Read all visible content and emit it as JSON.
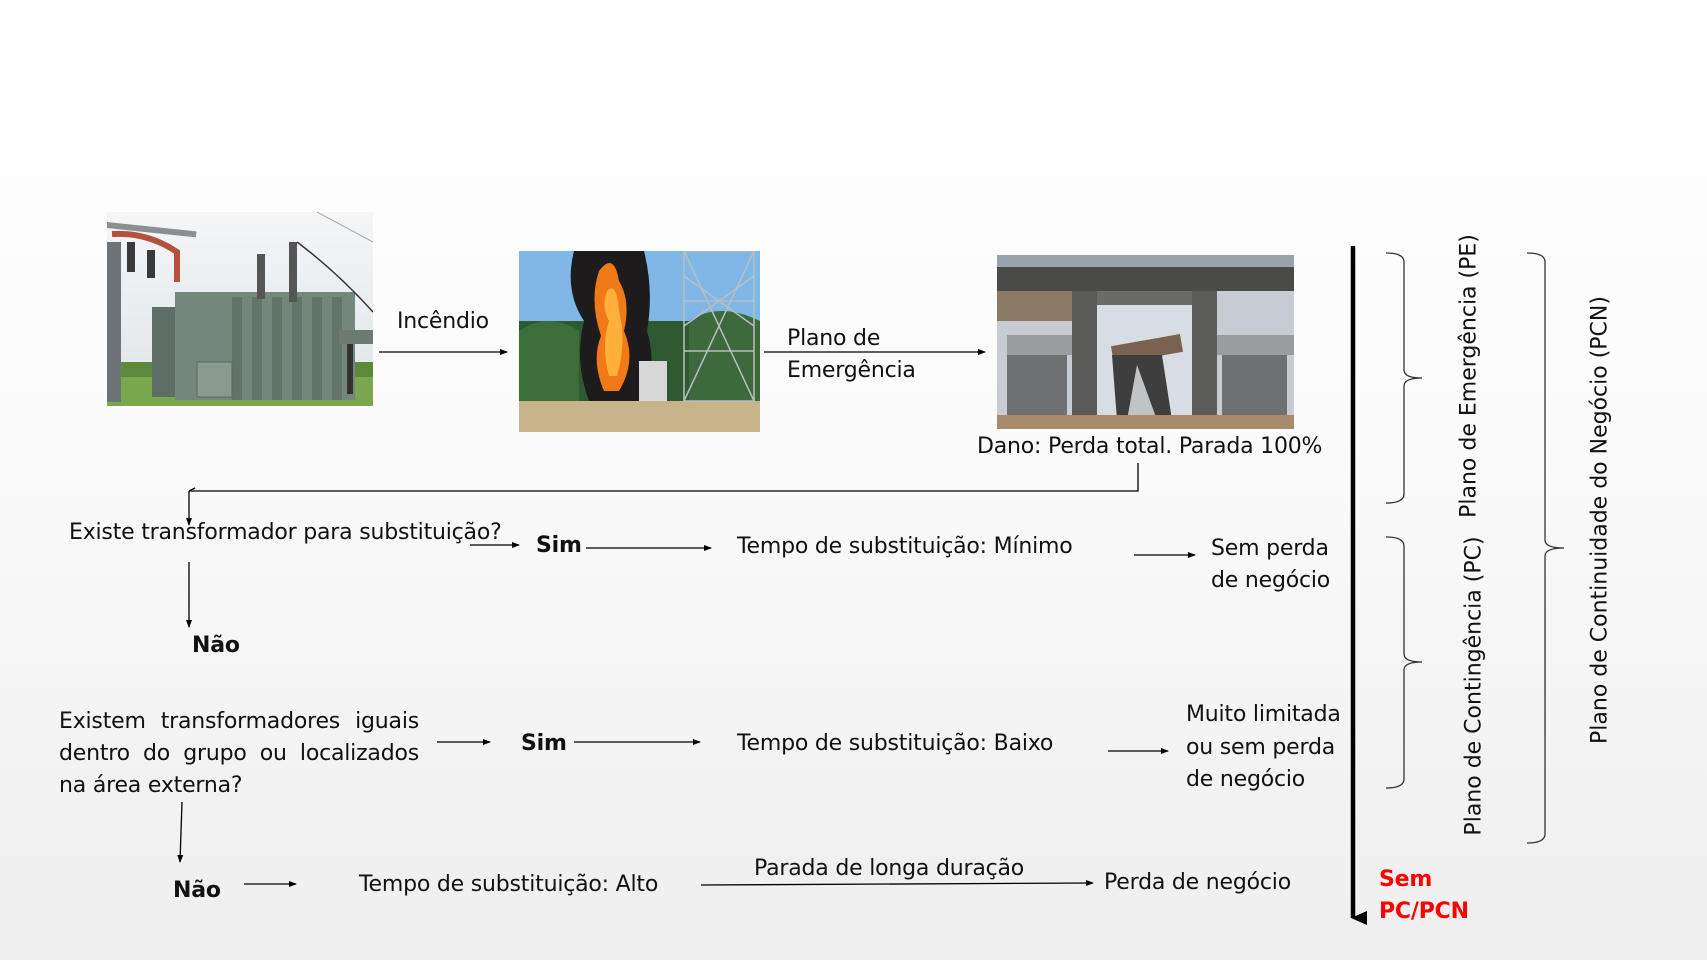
{
  "photos": {
    "transformer": {
      "label": "Transformador em operação"
    },
    "fire": {
      "label": "Transformador em incêndio"
    },
    "damage": {
      "label": "Transformador destruído"
    }
  },
  "flow": {
    "fire_label": "Incêndio",
    "emergency_plan_line1": "Plano de",
    "emergency_plan_line2": "Emergência",
    "damage_label": "Dano: Perda total. Parada 100%",
    "q1": "Existe transformador para substituição?",
    "q1_yes": "Sim",
    "q1_yes_result": "Tempo de substituição: Mínimo",
    "q1_yes_outcome_line1": "Sem perda",
    "q1_yes_outcome_line2": "de negócio",
    "q1_no": "Não",
    "q2_line1": "Existem transformadores iguais",
    "q2_line2": "dentro do grupo ou localizados",
    "q2_line3": "na área externa?",
    "q2_yes": "Sim",
    "q2_yes_result": "Tempo de substituição: Baixo",
    "q2_yes_outcome_line1": "Muito limitada",
    "q2_yes_outcome_line2": "ou sem perda",
    "q2_yes_outcome_line3": "de negócio",
    "q2_no": "Não",
    "q2_no_result": "Tempo de substituição: Alto",
    "long_stop_label": "Parada de longa duração",
    "q2_no_outcome": "Perda de negócio"
  },
  "sidebar": {
    "no_plan_line1": "Sem",
    "no_plan_line2": "PC/PCN",
    "no_plan_color": "#ff0000",
    "pe_label": "Plano de Emergência (PE)",
    "pc_label": "Plano de Contingência (PC)",
    "pcn_label": "Plano de Continuidade do Negócio (PCN)"
  }
}
